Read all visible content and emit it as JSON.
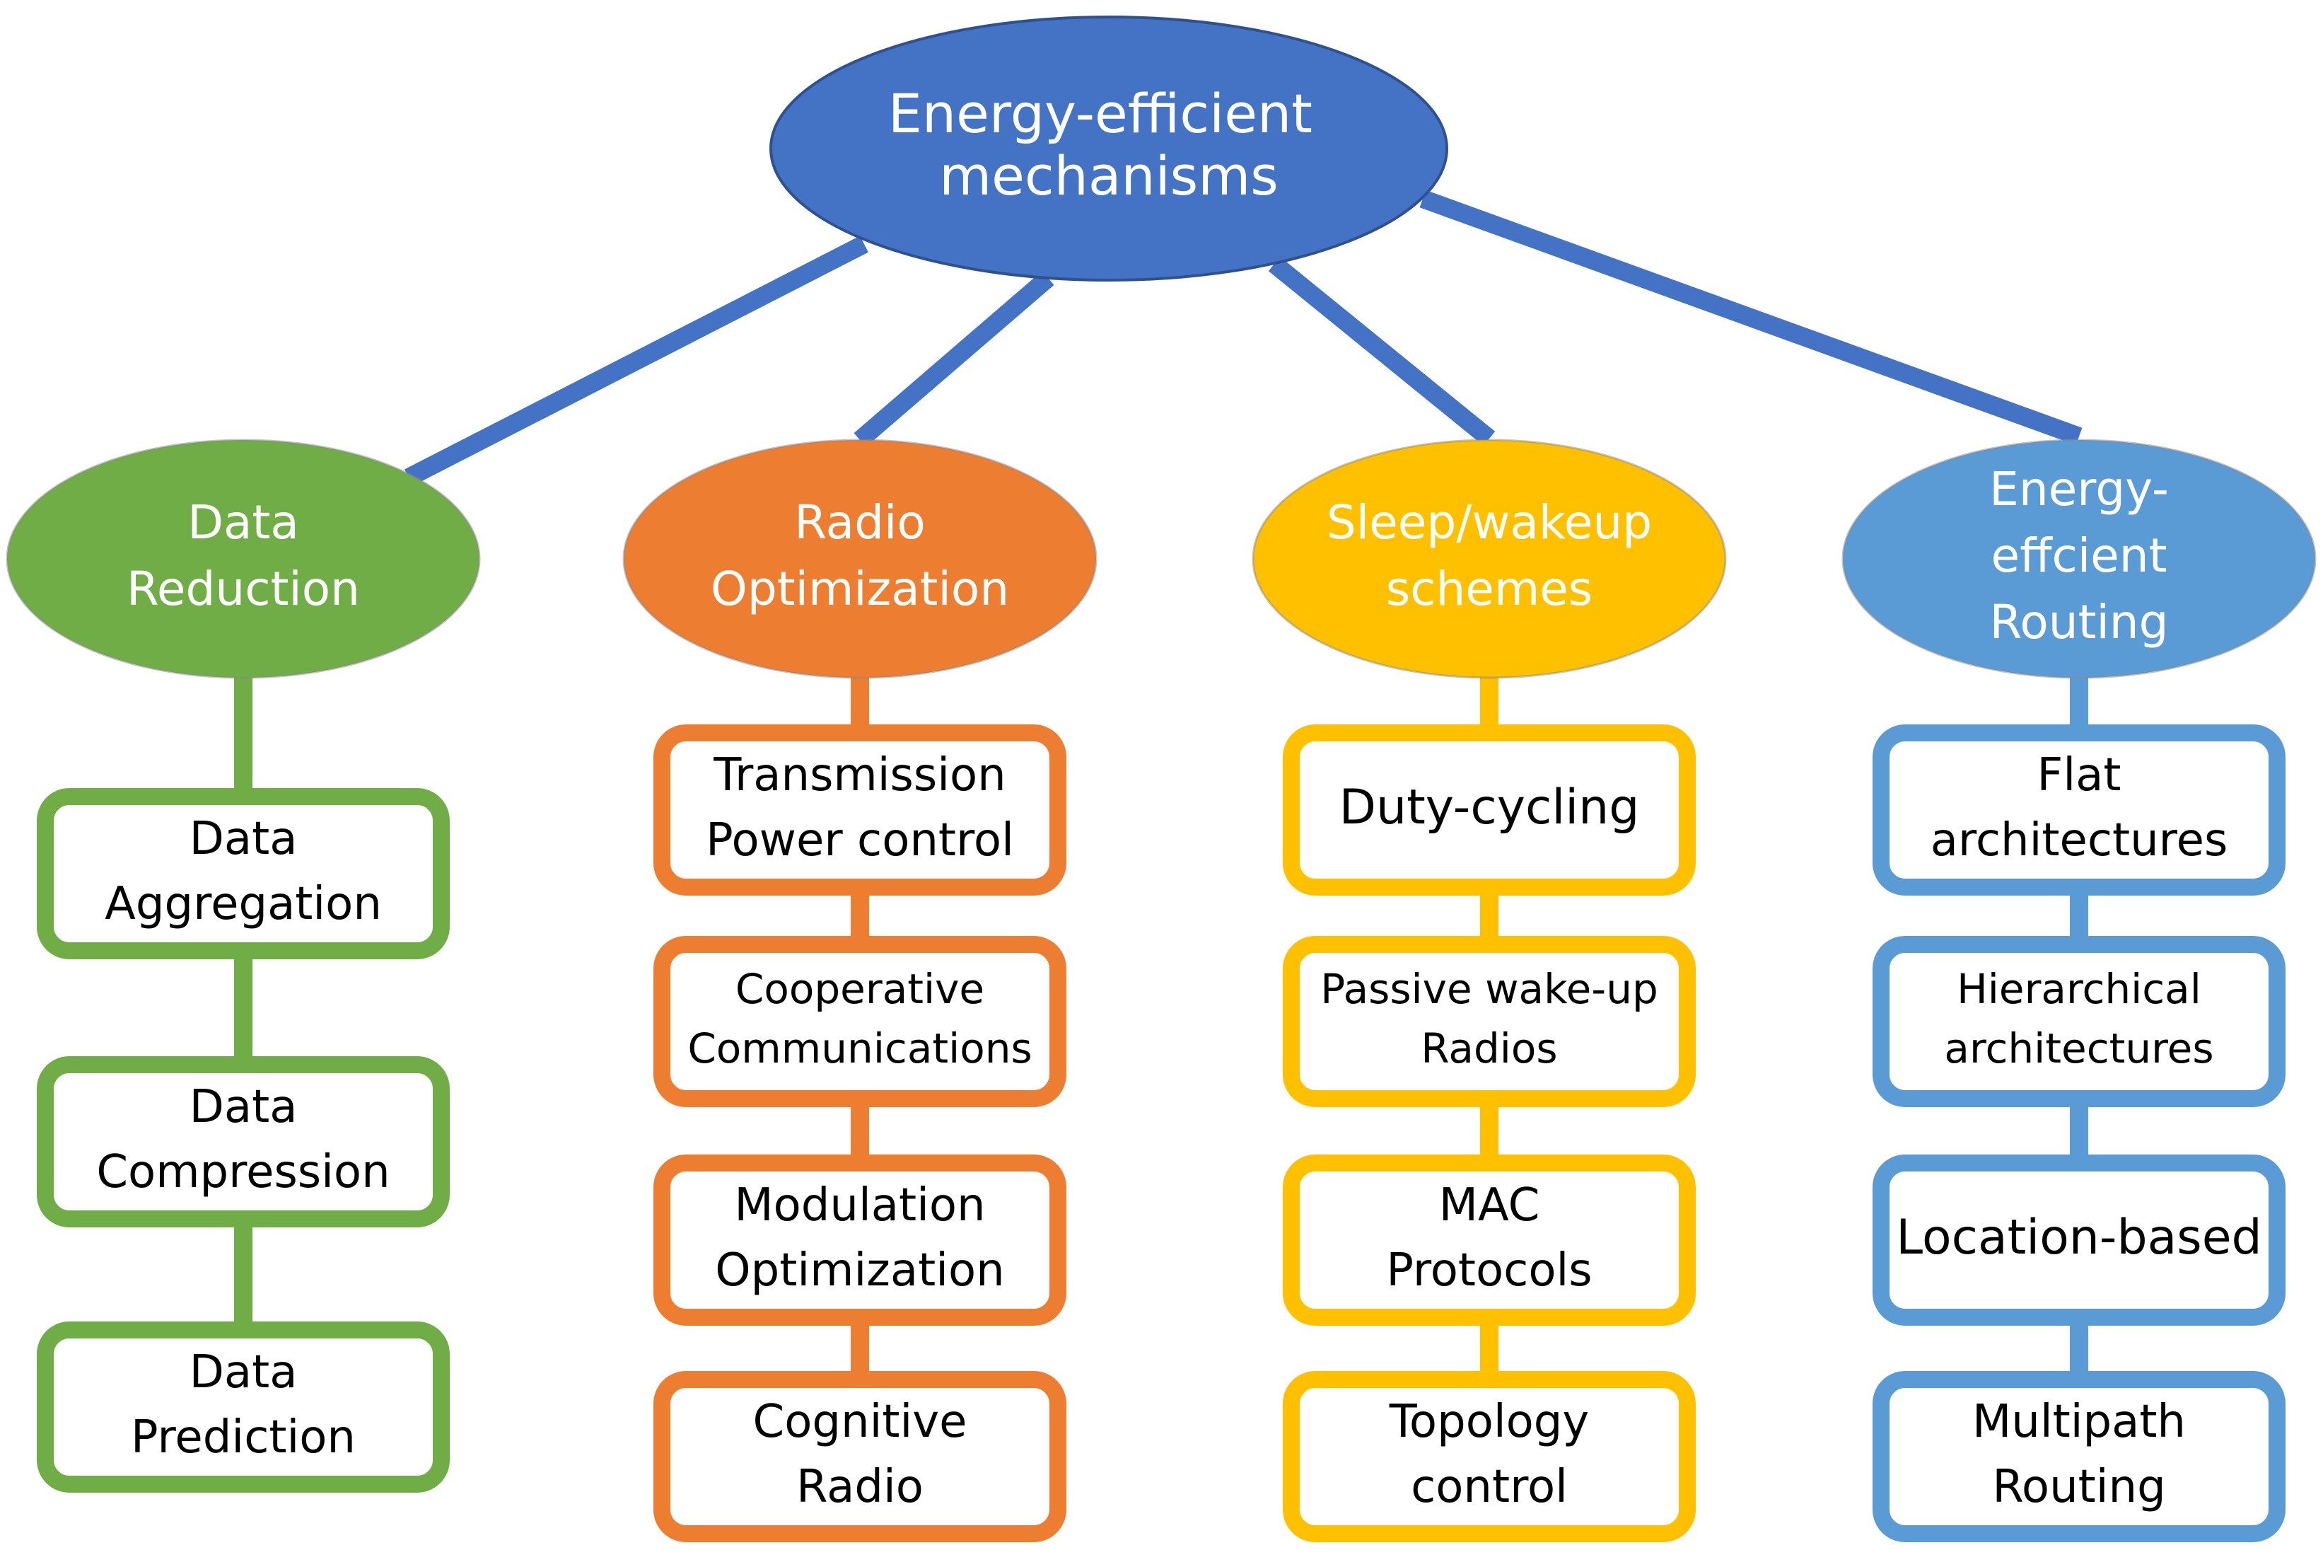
{
  "root": {
    "lines": [
      "Energy-efficient",
      "mechanisms"
    ],
    "color": "#4472C4",
    "text_color": "#FFFFFF"
  },
  "categories": [
    {
      "lines": [
        "Data",
        "Reduction"
      ],
      "color": "#70AD47",
      "items": [
        {
          "lines": [
            "Data",
            "Aggregation"
          ]
        },
        {
          "lines": [
            "Data",
            "Compression"
          ]
        },
        {
          "lines": [
            "Data",
            "Prediction"
          ]
        }
      ]
    },
    {
      "lines": [
        "Radio",
        "Optimization"
      ],
      "color": "#ED7D31",
      "items": [
        {
          "lines": [
            "Transmission",
            "Power control"
          ]
        },
        {
          "lines": [
            "Cooperative",
            "Communications"
          ]
        },
        {
          "lines": [
            "Modulation",
            "Optimization"
          ]
        },
        {
          "lines": [
            "Cognitive",
            "Radio"
          ]
        }
      ]
    },
    {
      "lines": [
        "Sleep/wakeup",
        "schemes"
      ],
      "color": "#FFC000",
      "items": [
        {
          "lines": [
            "Duty-cycling"
          ]
        },
        {
          "lines": [
            "Passive wake-up",
            "Radios"
          ]
        },
        {
          "lines": [
            "MAC",
            "Protocols"
          ]
        },
        {
          "lines": [
            "Topology",
            "control"
          ]
        }
      ]
    },
    {
      "lines": [
        "Energy-",
        "effcient",
        "Routing"
      ],
      "color": "#5B9BD5",
      "items": [
        {
          "lines": [
            "Flat",
            "architectures"
          ]
        },
        {
          "lines": [
            "Hierarchical",
            "architectures"
          ]
        },
        {
          "lines": [
            "Location-based"
          ]
        },
        {
          "lines": [
            "Multipath",
            "Routing"
          ]
        }
      ]
    }
  ]
}
